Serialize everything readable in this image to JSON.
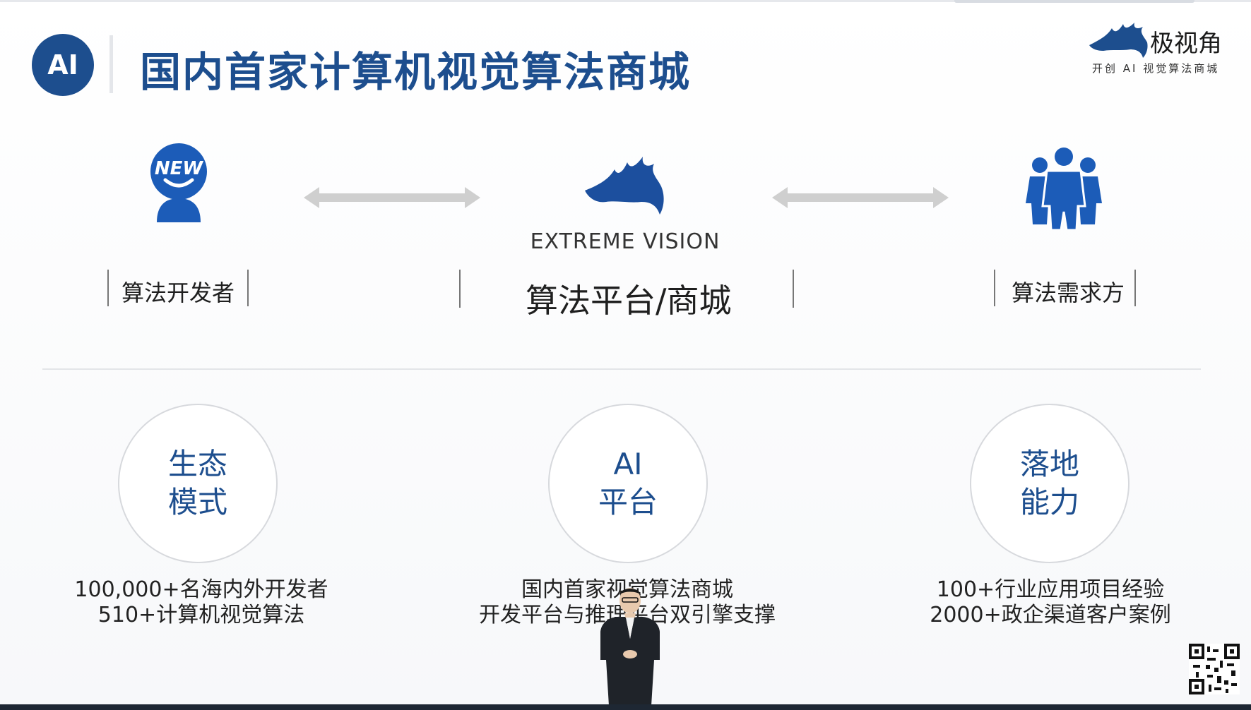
{
  "slide": {
    "badge": "AI",
    "title": "国内首家计算机视觉算法商城"
  },
  "brand": {
    "name": "极视角",
    "slogan": "开创 AI 视觉算法商城"
  },
  "icons": {
    "developer": "new-badge-person-icon",
    "platform": "eagle-logo-icon",
    "buyer": "people-group-icon",
    "arrows": "double-arrow-icon"
  },
  "colors": {
    "brand_blue": "#1d4e8e",
    "icon_blue": "#1c5cb8",
    "arrow_gray": "#cfcfcf"
  },
  "diagram": {
    "new_label": "NEW",
    "platform_caption": "EXTREME VISION",
    "roles": {
      "developer": "算法开发者",
      "platform": "算法平台/商城",
      "buyer": "算法需求方"
    }
  },
  "pillars": [
    {
      "line1": "生态",
      "line2": "模式",
      "desc1": "100,000+名海内外开发者",
      "desc2": "510+计算机视觉算法"
    },
    {
      "line1": "AI",
      "line2": "平台",
      "desc1": "国内首家视觉算法商城",
      "desc2": "开发平台与推理平台双引擎支撑"
    },
    {
      "line1": "落地",
      "line2": "能力",
      "desc1": "100+行业应用项目经验",
      "desc2": "2000+政企渠道客户案例"
    }
  ]
}
